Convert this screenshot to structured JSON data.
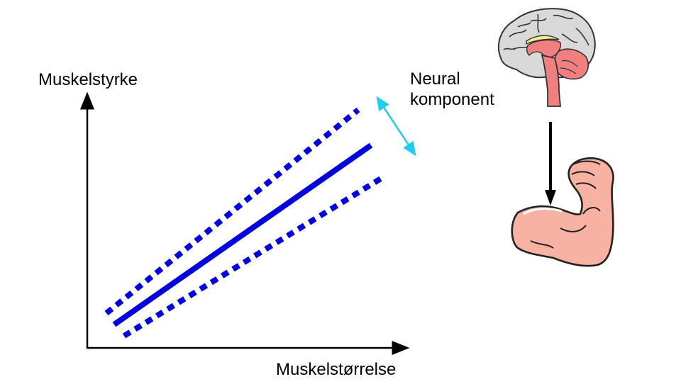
{
  "slide": {
    "y_axis_label": "Muskelstyrke",
    "x_axis_label": "Muskelstørrelse",
    "neural_line1": "Neural",
    "neural_line2": "komponent"
  },
  "colors": {
    "trend_lines": "#0000dd",
    "neural_arrow": "#22ccee",
    "axes": "#000000",
    "brain_gray": "#d9d9d9",
    "brain_pink": "#f07f7f",
    "brain_yellow": "#f4ec8c",
    "arm_skin": "#f7b2a3"
  },
  "icons": [
    "brain-icon",
    "flexed-arm-icon",
    "down-arrow-icon",
    "double-arrow-icon"
  ]
}
